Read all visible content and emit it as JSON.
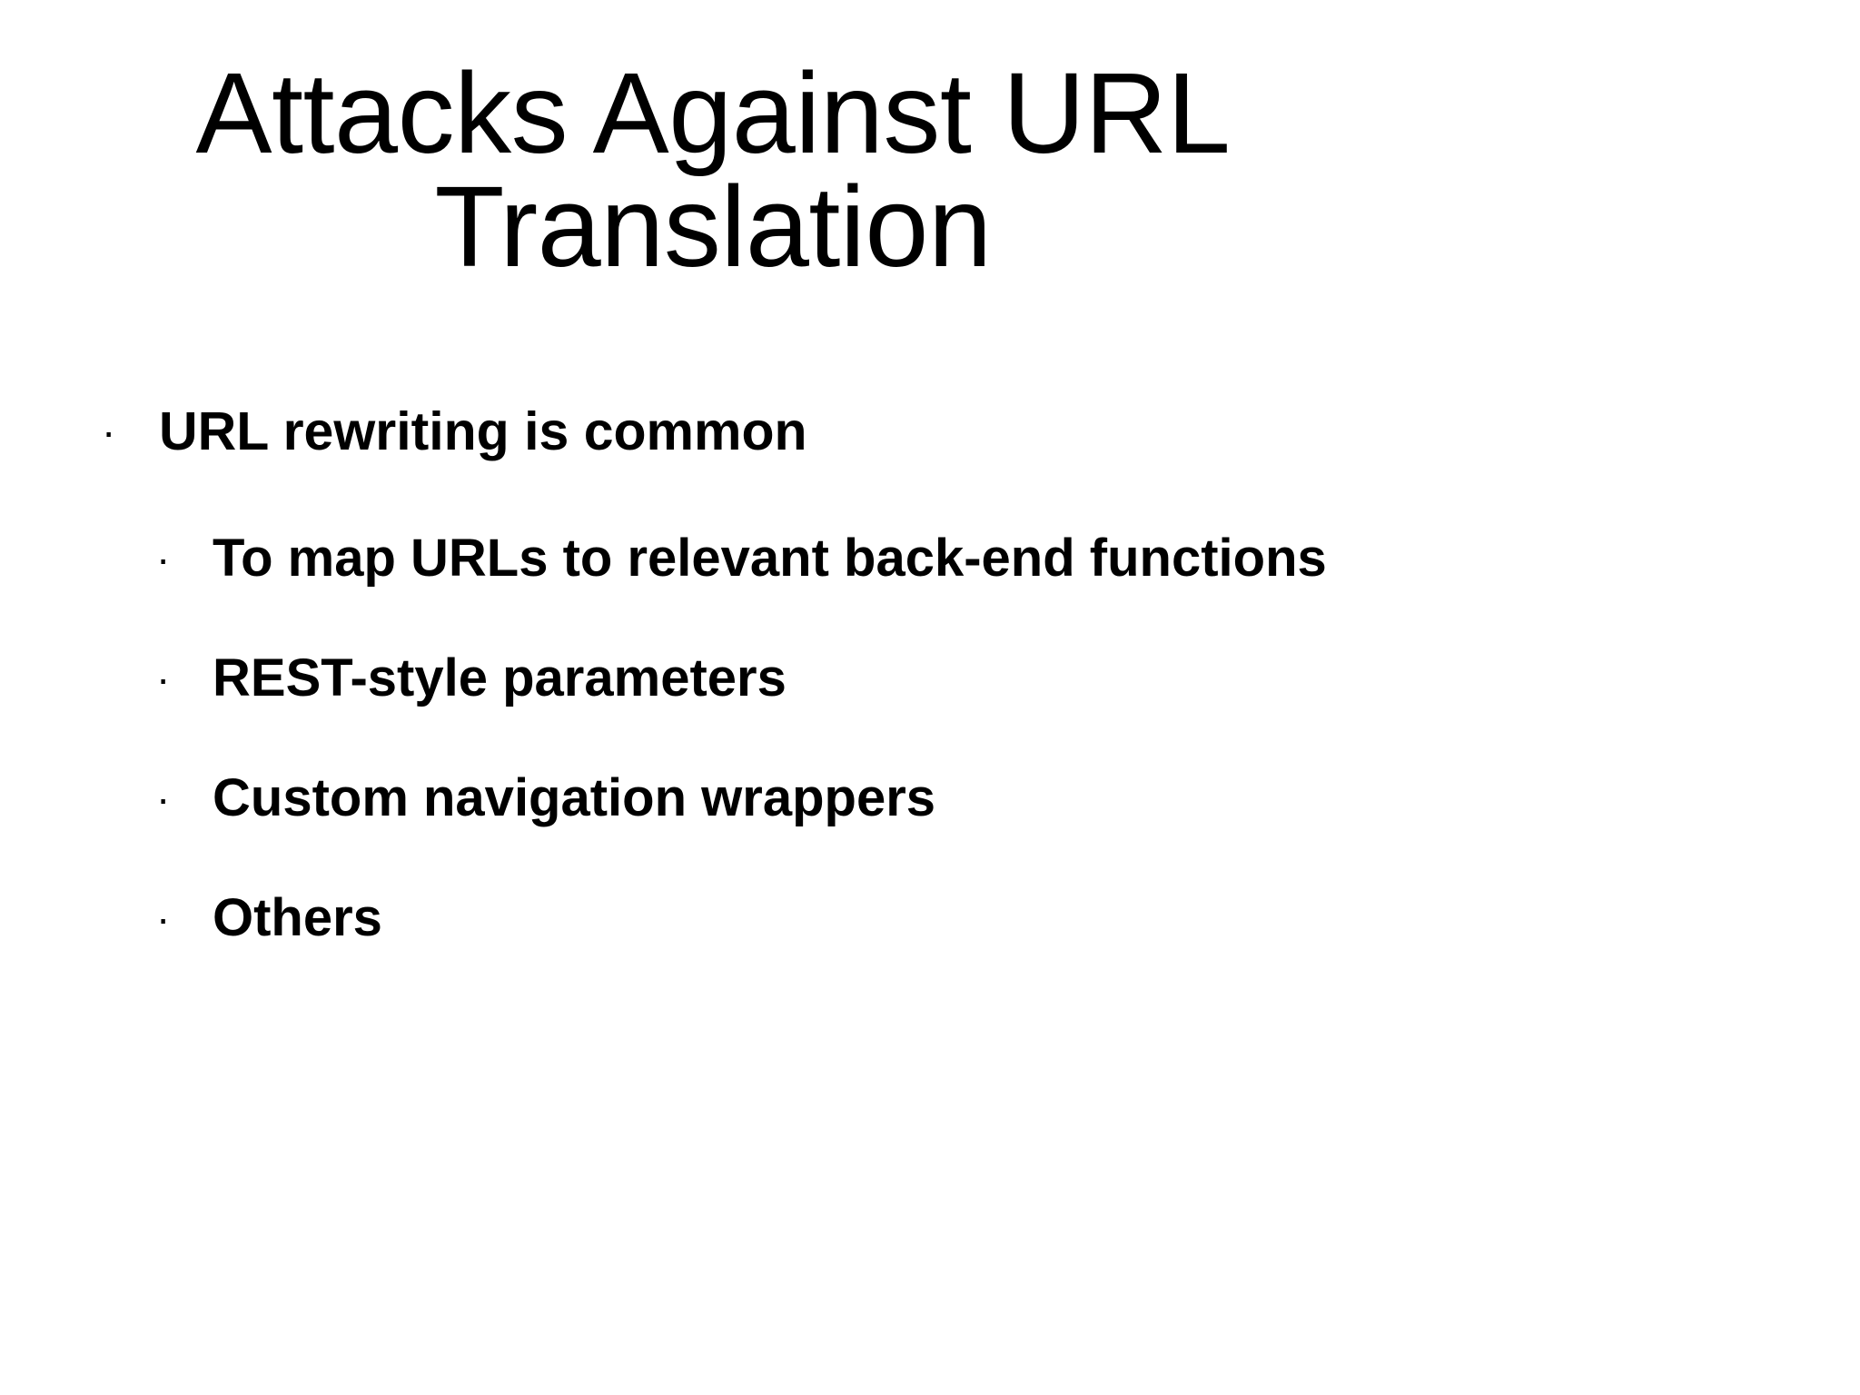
{
  "slide": {
    "background_color": "#ffffff",
    "text_color": "#000000",
    "title": {
      "line1": "Attacks Against URL",
      "line2": "Translation"
    },
    "bullet_marker": "·",
    "bullets": [
      {
        "level": 1,
        "text": "URL rewriting is common"
      },
      {
        "level": 2,
        "text": "To map URLs to relevant back-end functions"
      },
      {
        "level": 2,
        "text": "REST-style parameters"
      },
      {
        "level": 2,
        "text": "Custom navigation wrappers"
      },
      {
        "level": 2,
        "text": "Others"
      }
    ]
  }
}
